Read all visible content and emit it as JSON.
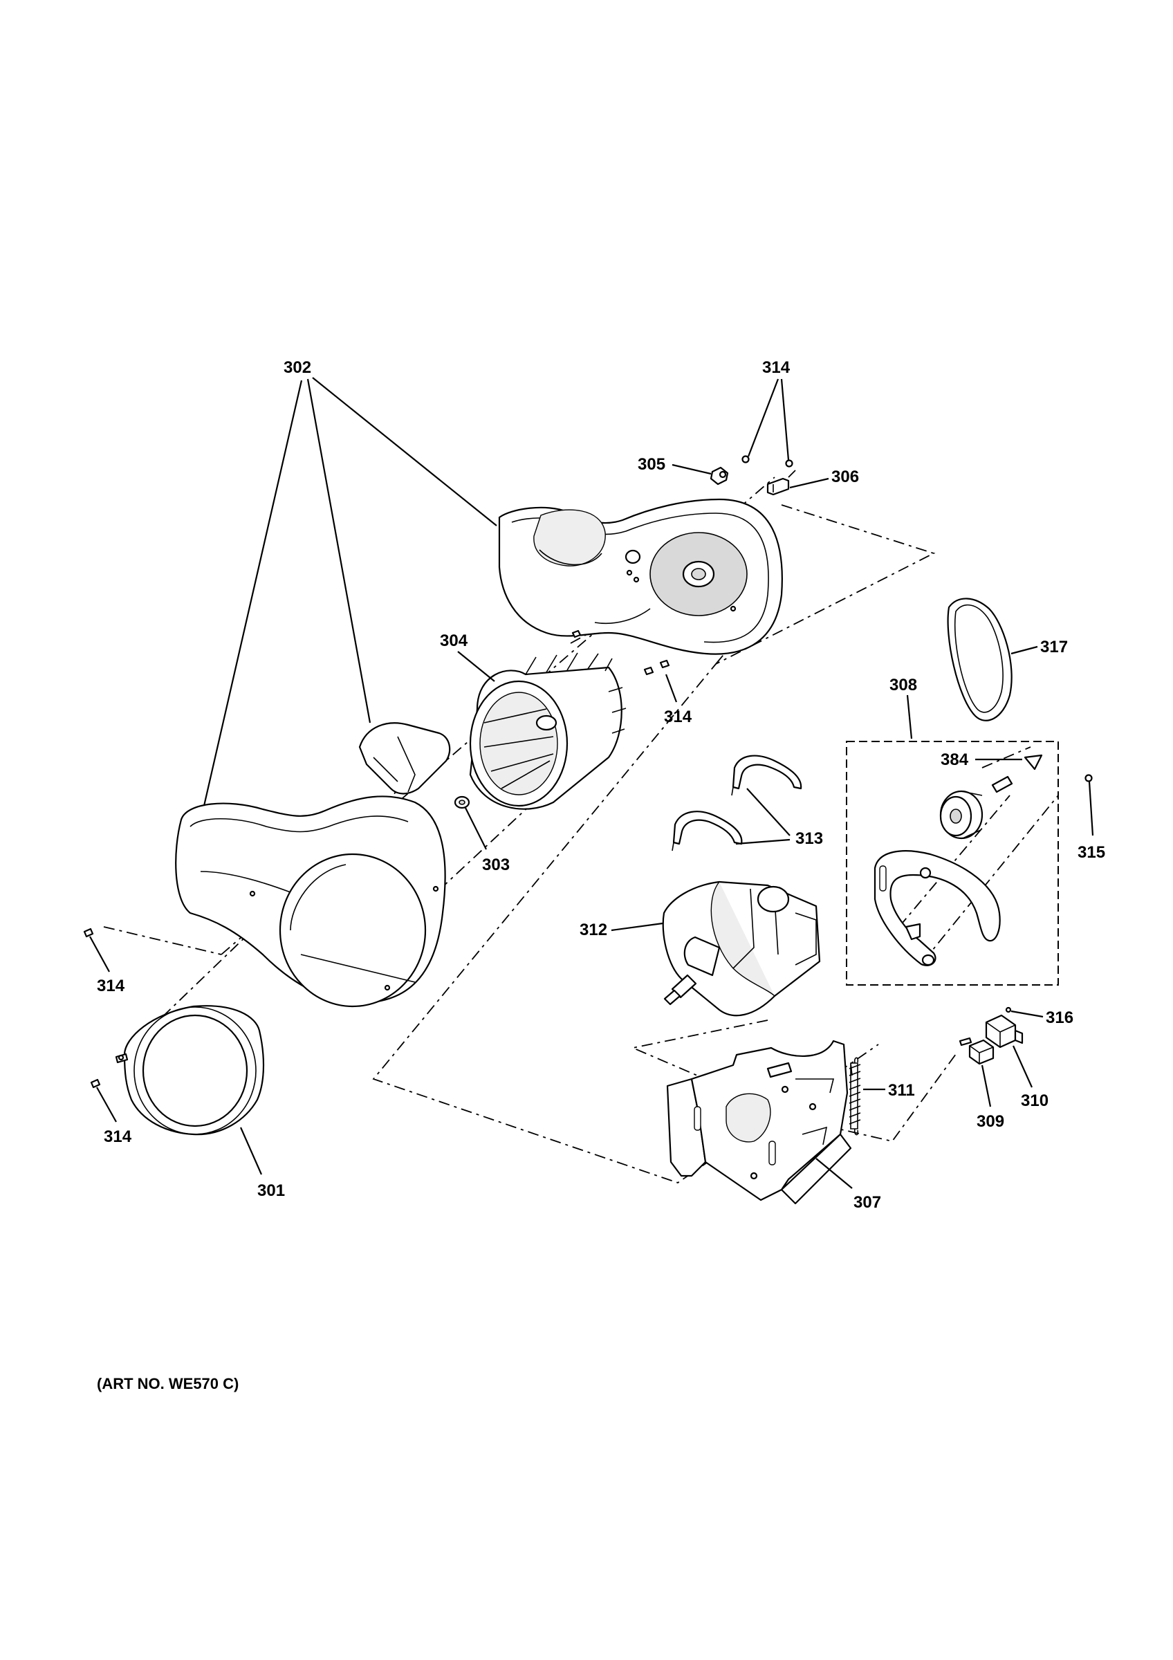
{
  "callouts": {
    "c302": "302",
    "c314_top": "314",
    "c305": "305",
    "c306": "306",
    "c304": "304",
    "c314_mid": "314",
    "c317": "317",
    "c308": "308",
    "c384": "384",
    "c303": "303",
    "c313": "313",
    "c315": "315",
    "c312": "312",
    "c314_left": "314",
    "c316": "316",
    "c311": "311",
    "c310": "310",
    "c309": "309",
    "c314_bottom": "314",
    "c301": "301",
    "c307": "307"
  },
  "art_number": "(ART NO. WE570 C)"
}
